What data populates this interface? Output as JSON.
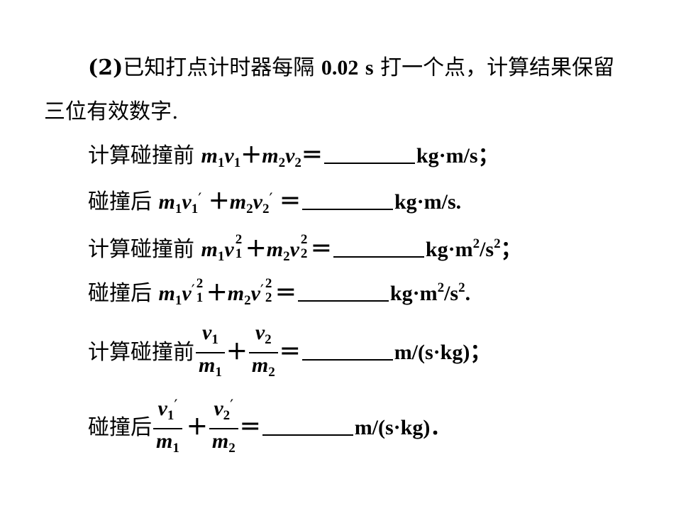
{
  "intro": {
    "part_label": "(2)",
    "sentence_a": "已知打点计时器每隔",
    "interval": "0.02",
    "unit_s": "s",
    "sentence_b": "打一个点，计算结果保留",
    "sentence_c": "三位有效数字."
  },
  "labels": {
    "before": "计算碰撞前",
    "after": "碰撞后"
  },
  "units": {
    "momentum_semicolon": "kg·m/s；",
    "momentum_period": "kg·m/s.",
    "energy_prefix": "kg·m",
    "energy_semicolon": "；",
    "energy_period": ".",
    "ratio_semicolon": "m/(s·kg)；",
    "ratio_period": "m/(s·kg)．"
  }
}
